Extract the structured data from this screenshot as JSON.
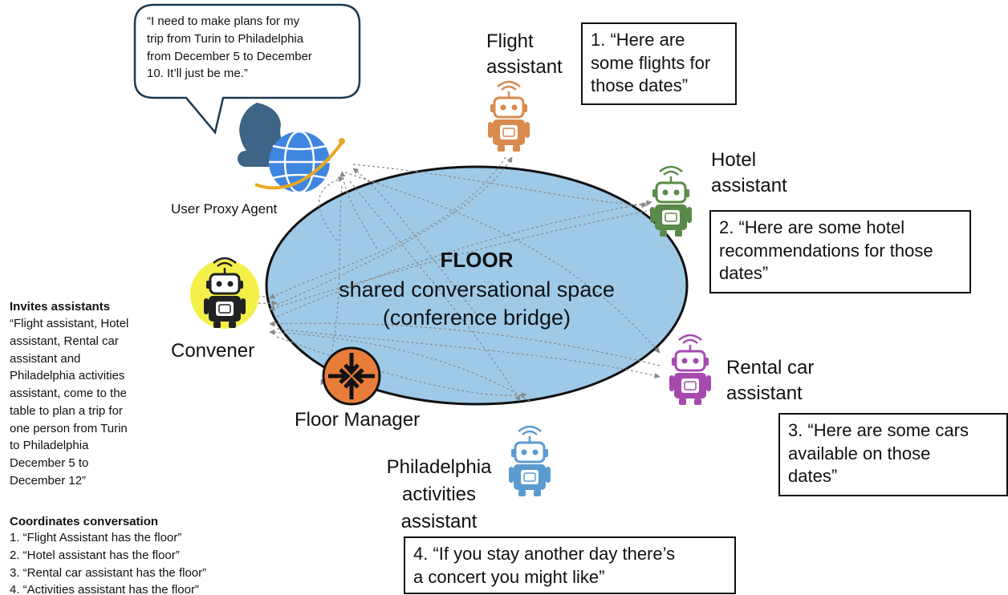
{
  "user_speech": "“I need to make plans for my\ntrip from Turin to Philadelphia\nfrom December 5 to December\n10. It’ll just be me.”",
  "user_proxy_label": "User Proxy Agent",
  "floor": {
    "title": "FLOOR",
    "subtitle_line1": "shared conversational space",
    "subtitle_line2": "(conference bridge)"
  },
  "agents": {
    "flight": {
      "label": "Flight\nassistant",
      "message": "1. “Here are\nsome flights for\nthose dates”",
      "color": "#d98a4e"
    },
    "hotel": {
      "label": "Hotel\nassistant",
      "message": "2. “Here are some hotel\nrecommendations for those\ndates”",
      "color": "#5a8a4a"
    },
    "rental": {
      "label": "Rental car\nassistant",
      "message": "3. “Here are some cars\navailable on those\ndates”",
      "color": "#a64ab0"
    },
    "activities": {
      "label": "Philadelphia\nactivities\nassistant",
      "message": "4. “If you stay another day there’s\na concert you might like”",
      "color": "#5a9bd0"
    },
    "convener": {
      "label": "Convener",
      "color": "#f4e94a"
    },
    "floor_manager": {
      "label": "Floor Manager",
      "color": "#e87d3a"
    }
  },
  "convener_panel": {
    "invites_heading": "Invites assistants",
    "invites_text": "“Flight assistant, Hotel\nassistant, Rental car\nassistant and\nPhiladelphia activities\nassistant, come to the\ntable to plan a trip for\none person from Turin\nto Philadelphia\nDecember 5 to\nDecember 12”",
    "coord_heading": "Coordinates conversation",
    "coord_items": [
      "1.   “Flight Assistant has the floor”",
      "2.   “Hotel assistant has the floor”",
      "3.   “Rental car assistant has the floor”",
      "4.   “Activities assistant has the floor”"
    ]
  },
  "icons": [
    "person-icon",
    "globe-icon",
    "robot-icon",
    "arrows-in-icon"
  ]
}
